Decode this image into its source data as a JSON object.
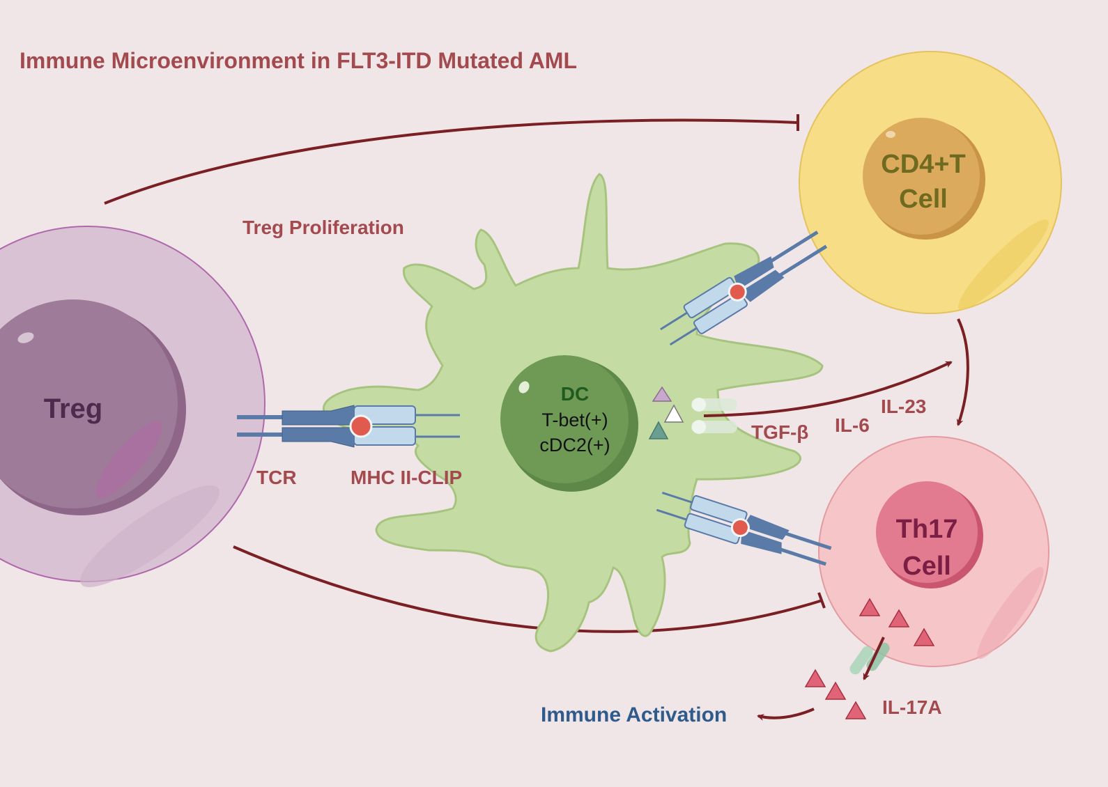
{
  "title": "Immune Microenvironment in FLT3-ITD Mutated AML",
  "labels": {
    "treg_proliferation": "Treg Proliferation",
    "tcr": "TCR",
    "mhc": "MHC II-CLIP",
    "tgf": "TGF-β",
    "il6": "IL-6",
    "il23": "IL-23",
    "il17a": "IL-17A",
    "immune_activation": "Immune Activation"
  },
  "cells": {
    "treg": {
      "label": "Treg"
    },
    "dc": {
      "name": "DC",
      "line1": "T-bet(+)",
      "line2": "cDC2(+)"
    },
    "cd4": {
      "line1": "CD4+T",
      "line2": "Cell"
    },
    "th17": {
      "line1": "Th17",
      "line2": "Cell"
    }
  },
  "colors": {
    "background": "#f1e6e7",
    "label_red": "#a34a4f",
    "label_blue": "#2e5b8c",
    "arrow": "#7a1f24",
    "treg_outer": "#d9c2d4",
    "treg_nucleus": "#9e7b98",
    "dc_body": "#c5dba4",
    "dc_nucleus": "#6f9a55",
    "cd4_outer": "#f6dd86",
    "cd4_nucleus": "#dcaa5c",
    "th17_outer": "#f6c5c8",
    "th17_nucleus": "#e27a90",
    "receptor_dark": "#5a7aa8",
    "receptor_light": "#c2d9ec",
    "antigen": "#e05a4e"
  }
}
